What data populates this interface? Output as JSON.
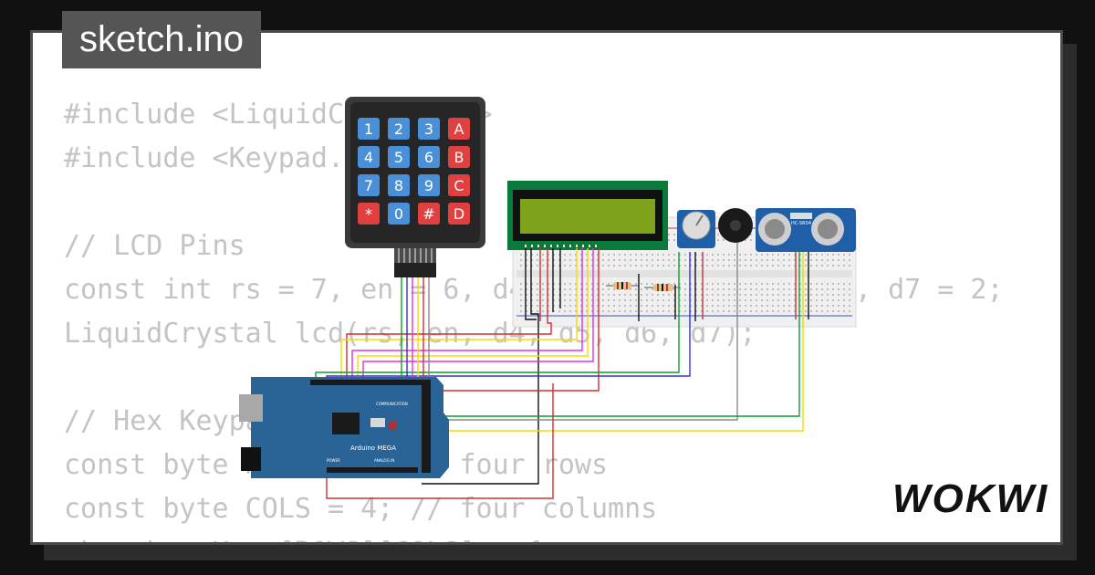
{
  "title": "sketch.ino",
  "brand": "WOKWI",
  "code_lines": [
    "#include <LiquidCrystal.h>",
    "#include <Keypad.h>",
    "",
    "// LCD Pins",
    "const int rs = 7, en = 6, d4 = 5, d5 = 4, d6 = 3, d7 = 2;",
    "LiquidCrystal lcd(rs, en, d4, d5, d6, d7);",
    "",
    "// Hex Keypad",
    "const byte ROWS = 4; // four rows",
    "const byte COLS = 4; // four columns",
    "char hexaKeys[ROWS][COLS] = {"
  ],
  "keypad": {
    "keys": [
      "1",
      "2",
      "3",
      "A",
      "4",
      "5",
      "6",
      "B",
      "7",
      "8",
      "9",
      "C",
      "*",
      "0",
      "#",
      "D"
    ]
  },
  "board": {
    "name": "Arduino MEGA",
    "label_power": "POWER",
    "label_analog": "ANALOG IN",
    "label_comm": "COMMUNICATION"
  },
  "sensor": {
    "model": "HC-SR04"
  },
  "colors": {
    "background": "#111111",
    "frame_border": "#4b4b4b",
    "title_tab": "#555555",
    "code_text": "#c4c4c4",
    "board_blue": "#2a6496",
    "lcd_green": "#0a7a3a",
    "lcd_screen": "#7fa21c",
    "keypad_body": "#3a3a3a",
    "key_blue": "#4a90d9",
    "key_red": "#e04040"
  }
}
